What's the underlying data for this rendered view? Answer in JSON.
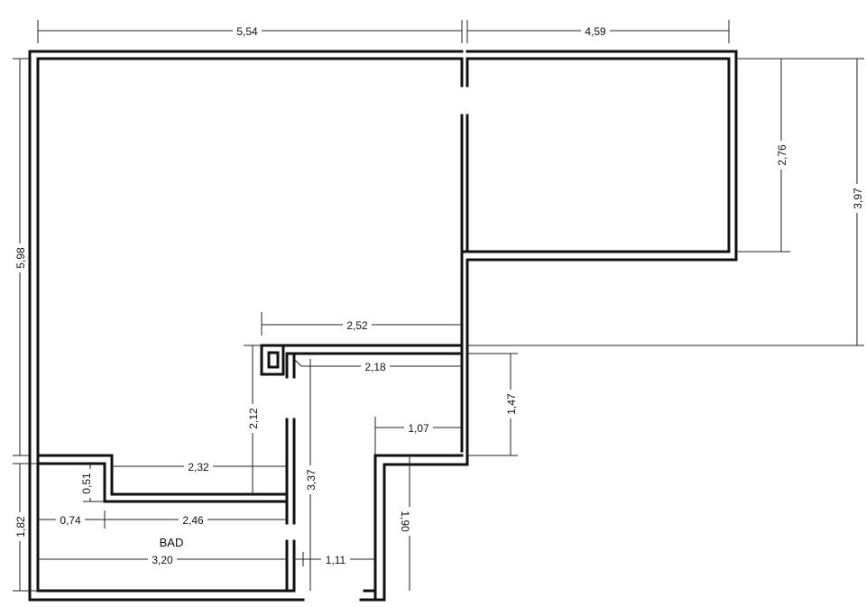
{
  "drawing": {
    "line_color": "#111111",
    "background": "#ffffff"
  },
  "rooms": {
    "bath_label": "BAD"
  },
  "dimensions": {
    "top_left_width": "5,54",
    "top_right_width": "4,59",
    "left_height": "5,98",
    "right_room_height": "2,76",
    "right_total_height": "3,97",
    "hall_upper_width": "2,52",
    "hall_inner_width": "2,18",
    "hall_right_height": "1,47",
    "hall_left_height": "2,12",
    "corridor_height": "3,37",
    "step_width": "1,07",
    "bath_top_width": "2,32",
    "bath_notch_height": "0,51",
    "bath_notch_width": "0,74",
    "bath_lower_width": "2,46",
    "bath_height": "1,82",
    "bath_width": "3,20",
    "lower_corridor_width": "1,11",
    "lower_step_height": "1,90"
  }
}
